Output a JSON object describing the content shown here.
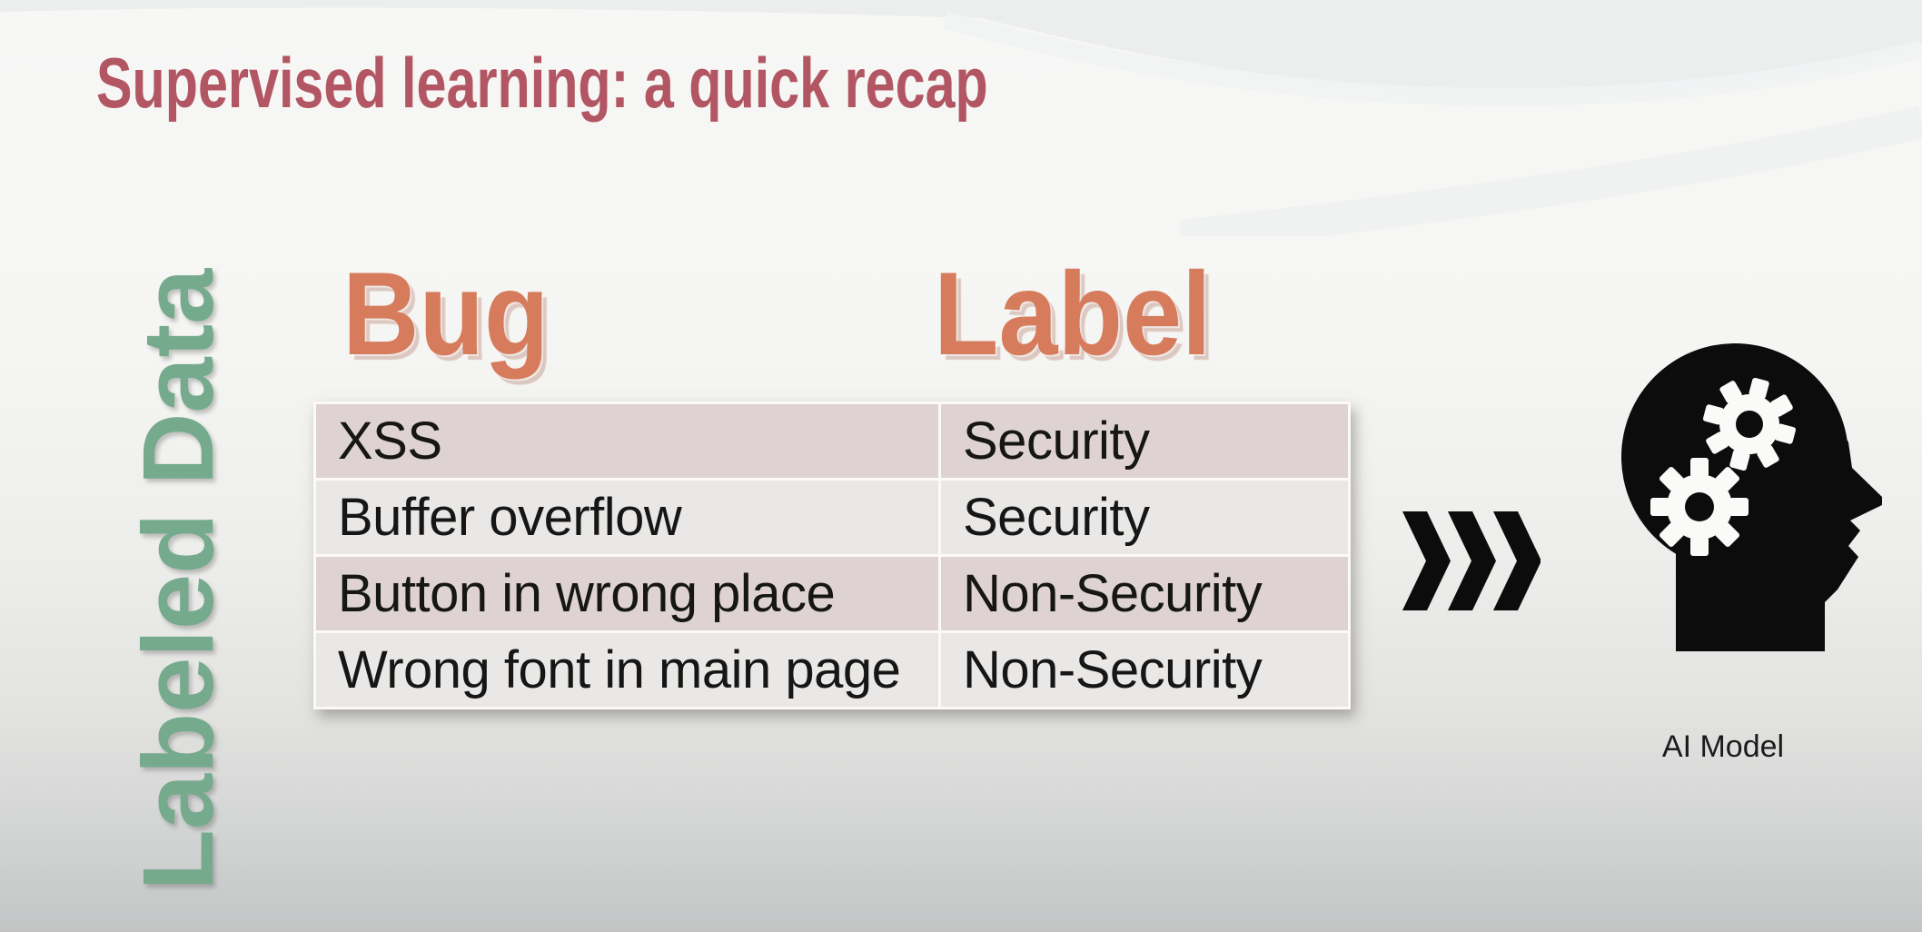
{
  "slide": {
    "title": "Supervised learning: a quick recap",
    "side_label": "Labeled Data",
    "table": {
      "col_headers": [
        "Bug",
        "Label"
      ],
      "rows": [
        {
          "bug": "XSS",
          "label": "Security"
        },
        {
          "bug": "Buffer overflow",
          "label": "Security"
        },
        {
          "bug": "Button in wrong place",
          "label": "Non-Security"
        },
        {
          "bug": "Wrong font in main page",
          "label": "Non-Security"
        }
      ]
    },
    "flow": {
      "arrow_icon": "triple-chevron-right-icon",
      "model_icon": "head-with-gears-icon",
      "model_caption": "AI Model"
    },
    "colors": {
      "background_top": "#f6f6f5",
      "background_bottom": "#c2c4c5",
      "title": "#b25663",
      "column_header": "#d67b5b",
      "side_label": "#75aa8d",
      "row_odd_bg": "#ded3d2",
      "row_even_bg": "#eae8e6",
      "table_text": "#161616",
      "icon": "#0c0c0c"
    }
  }
}
